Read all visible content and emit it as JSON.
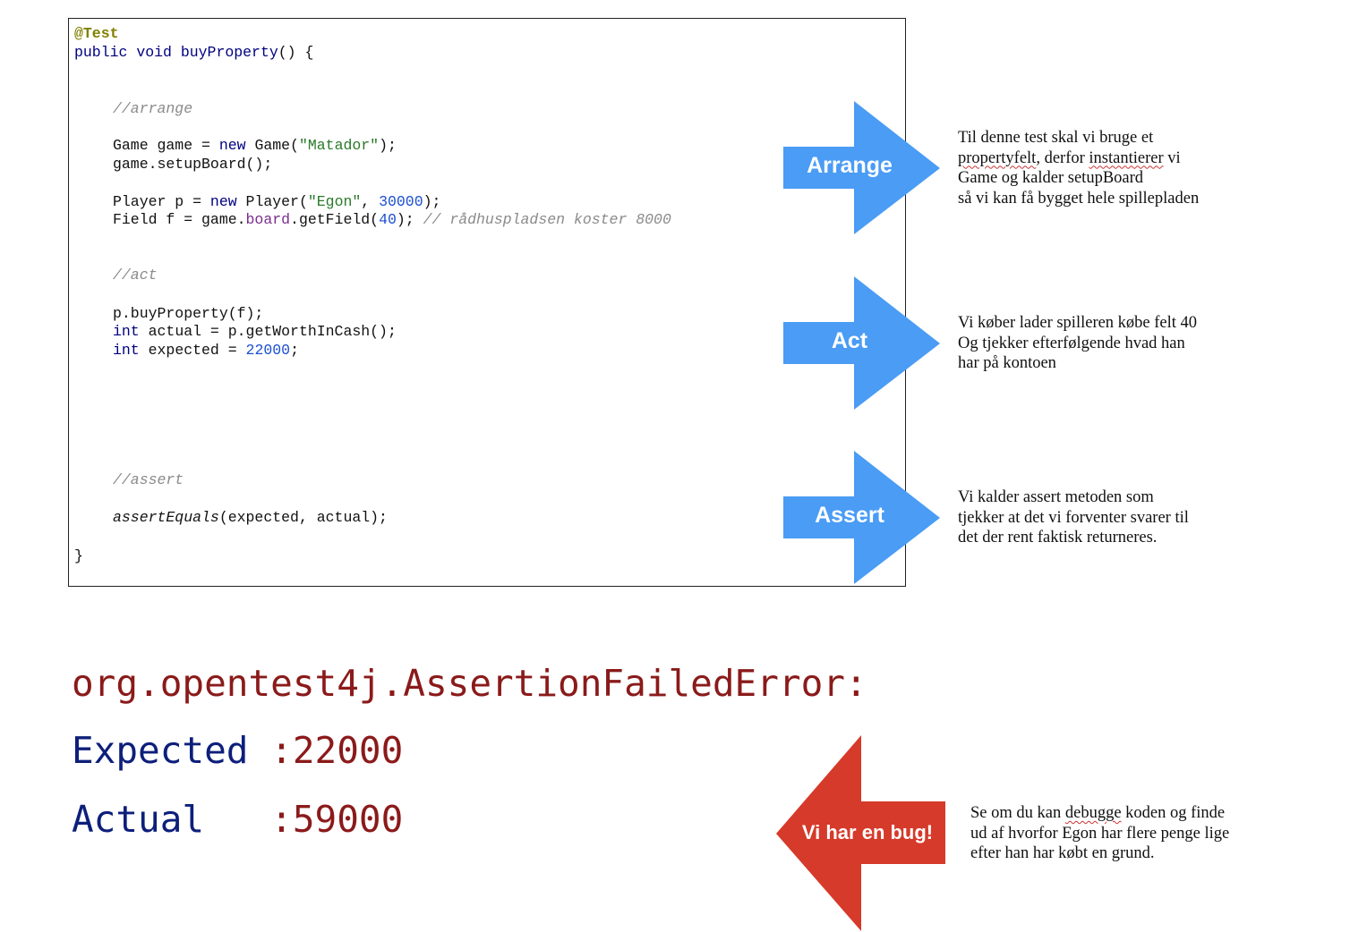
{
  "code": {
    "annotation": "@Test",
    "signature": {
      "kw1": "public",
      "kw2": "void",
      "name": "buyProperty",
      "rest": "() {"
    },
    "arrange_comment": "//arrange",
    "game_line": {
      "type": "Game game = ",
      "kw": "new",
      "ctor": " Game(",
      "str": "\"Matador\"",
      "end": ");"
    },
    "setup_line": "game.setupBoard();",
    "player_line": {
      "type": "Player p = ",
      "kw": "new",
      "ctor": " Player(",
      "str": "\"Egon\"",
      "sep": ", ",
      "num": "30000",
      "end": ");"
    },
    "field_line": {
      "pre": "Field f = game.",
      "field": "board",
      "mid": ".getField(",
      "num": "40",
      "end": "); ",
      "comment": "// rådhuspladsen koster 8000"
    },
    "act_comment": "//act",
    "buy_line": "p.buyProperty(f);",
    "actual_line": {
      "kw": "int",
      "rest": " actual = p.getWorthInCash();"
    },
    "expected_line": {
      "kw": "int",
      "mid": " expected = ",
      "num": "22000",
      "end": ";"
    },
    "assert_comment": "//assert",
    "assert_line": {
      "call": "assertEquals",
      "rest": "(expected, actual);"
    },
    "close": "}"
  },
  "arrows": {
    "arrange": {
      "label": "Arrange",
      "color": "#4a9cf5"
    },
    "act": {
      "label": "Act",
      "color": "#4a9cf5"
    },
    "assert": {
      "label": "Assert",
      "color": "#4a9cf5"
    },
    "bug": {
      "label": "Vi har en bug!",
      "color": "#d63a2a"
    }
  },
  "notes": {
    "arrange": {
      "l1": "Til denne test skal vi bruge et",
      "l2_a": "propertyfelt",
      "l2_b": ", derfor ",
      "l2_c": "instantierer",
      "l2_d": " vi",
      "l3": "Game og kalder setupBoard",
      "l4": "så vi kan få bygget hele spillepladen"
    },
    "act": {
      "l1": "Vi køber lader spilleren købe felt 40",
      "l2": "Og tjekker efterfølgende hvad han",
      "l3": "har på kontoen"
    },
    "assert": {
      "l1": "Vi kalder assert metoden som",
      "l2": "tjekker at det vi forventer svarer til",
      "l3": "det der rent faktisk returneres."
    },
    "bug": {
      "l1_a": "Se om du kan ",
      "l1_b": "debugge",
      "l1_c": " koden og finde",
      "l2": "ud af hvorfor Egon har flere penge lige",
      "l3": "efter han har købt en grund."
    }
  },
  "error": {
    "header": "org.opentest4j.AssertionFailedError:",
    "expected_label": "Expected",
    "expected_value": ":22000",
    "actual_label": "Actual",
    "actual_value": ":59000"
  }
}
